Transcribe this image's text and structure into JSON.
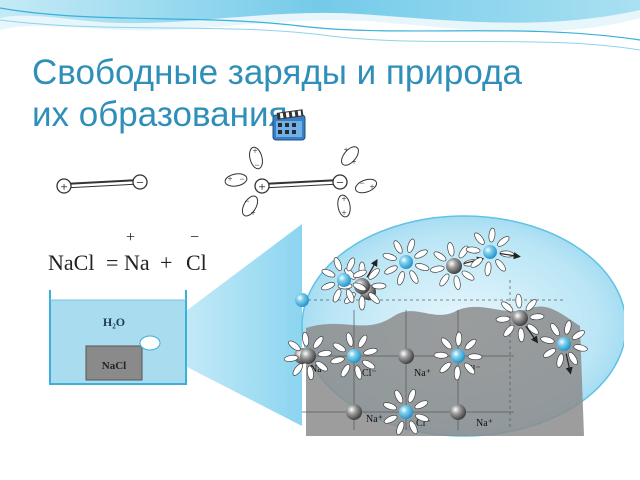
{
  "slide": {
    "title_line1": "Свободные заряды и природа",
    "title_line2": "их образования"
  },
  "equation": {
    "compound": "NaCl",
    "equals": "=",
    "cation": "Na",
    "plus_sign": "+",
    "anion": "Cl",
    "cation_charge": "+",
    "anion_charge": "−"
  },
  "beaker": {
    "solvent_label": "H₂O",
    "crystal_label": "NaCl"
  },
  "dipole": {
    "positive_symbol": "+",
    "negative_symbol": "−"
  },
  "lattice": {
    "sodium_label": "Na⁺",
    "chloride_label": "Cl⁻"
  },
  "colors": {
    "title": "#2f8fb8",
    "water": "#a9dcef",
    "ion_blue": "#4fb8e0",
    "ion_gray": "#7a7a7a",
    "crystal": "#8a8a8a"
  },
  "icons": {
    "slide_icon": "film-clip-icon"
  }
}
